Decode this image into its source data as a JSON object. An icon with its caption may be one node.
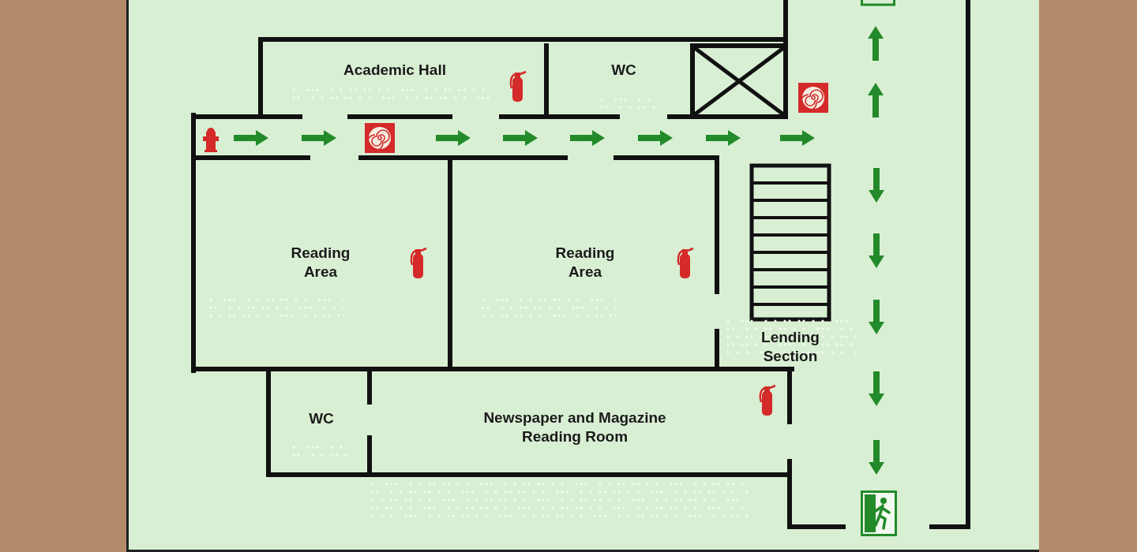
{
  "diagram": {
    "nodes": [
      {
        "text": [
          "Academic Hall"
        ]
      },
      {
        "text": [
          "WC"
        ]
      },
      {
        "text": [
          "Reading Area"
        ]
      },
      {
        "text": [
          "Reading Area"
        ]
      },
      {
        "text": [
          "Lending Section"
        ]
      },
      {
        "text": [
          "WC"
        ]
      },
      {
        "text": [
          "Newspaper and Magazine Reading Room"
        ]
      }
    ]
  }
}
